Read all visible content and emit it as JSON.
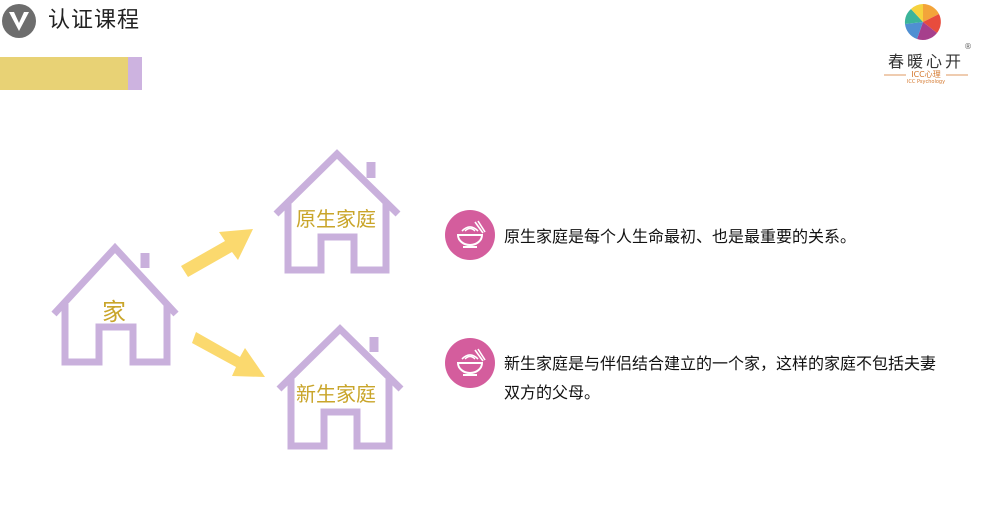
{
  "header": {
    "logo_letter": "V",
    "title": "认证课程"
  },
  "brand": {
    "name": "春暖心开",
    "subtitle": "ICC心理",
    "subtitle_en": "ICC Psychology",
    "registered": "®"
  },
  "diagram": {
    "root_label": "家",
    "origin_label": "原生家庭",
    "new_label": "新生家庭"
  },
  "descriptions": [
    {
      "icon": "bowl-icon",
      "text": "原生家庭是每个人生命最初、也是最重要的关系。"
    },
    {
      "icon": "bowl-icon",
      "text": "新生家庭是与伴侣结合建立的一个家，这样的家庭不包括夫妻双方的父母。"
    }
  ],
  "colors": {
    "accent_yellow": "#e8d275",
    "accent_purple": "#cdb3e0",
    "house_outline": "#c9b0dc",
    "label_gold": "#c9a52a",
    "arrow_yellow": "#fbd96e",
    "icon_pink": "#d45d9d"
  }
}
